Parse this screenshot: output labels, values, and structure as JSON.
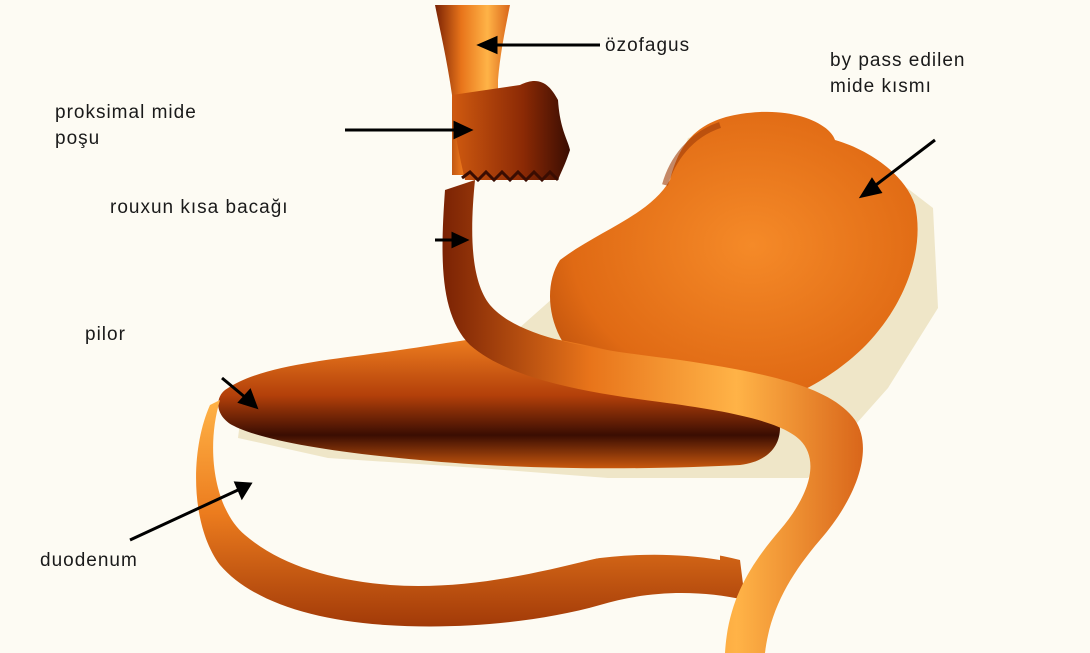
{
  "labels": {
    "ozofagus": "özofagus",
    "bypass_line1": "by pass edilen",
    "bypass_line2": "mide kısmı",
    "proksimal_line1": "proksimal mide",
    "proksimal_line2": "poşu",
    "roux": "rouxun kısa bacağı",
    "pilor": "pilor",
    "duodenum": "duodenum"
  },
  "colors": {
    "background": "#fdfbf3",
    "organ_light": "#ffb347",
    "organ_mid": "#e8741a",
    "organ_dark": "#8c2a05",
    "organ_shadow": "#3a0d02",
    "text": "#1a1a1a",
    "arrow": "#000000"
  }
}
